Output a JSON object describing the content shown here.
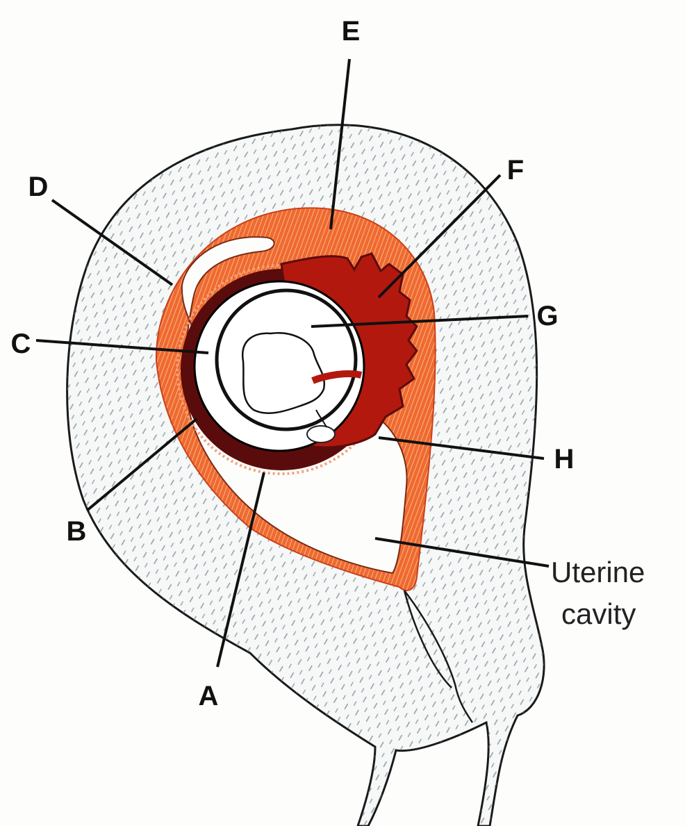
{
  "labels": {
    "A": "A",
    "B": "B",
    "C": "C",
    "D": "D",
    "E": "E",
    "F": "F",
    "G": "G",
    "H": "H",
    "uterine_line1": "Uterine",
    "uterine_line2": "cavity"
  },
  "colors": {
    "decidua_orange": "#e8531c",
    "decidua_light": "#f38a5a",
    "chorion_dark": "#5a0c0c",
    "villi_red": "#b3180f",
    "myometrium_stroke": "#1a1a1a",
    "background": "#fdfdfc"
  }
}
